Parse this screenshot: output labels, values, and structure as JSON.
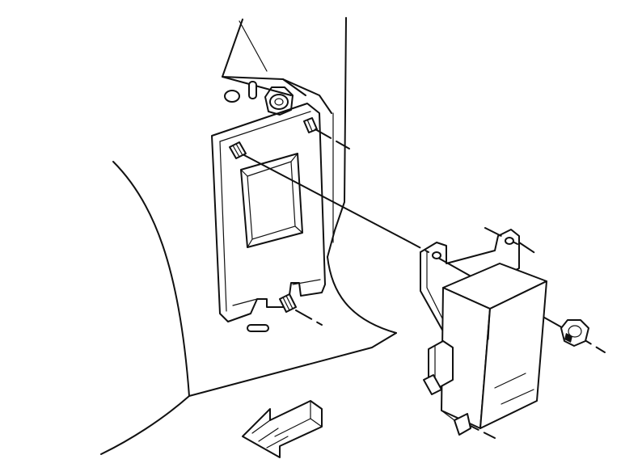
{
  "figure": {
    "type": "exploded-assembly-line-drawing",
    "stroke_color": "#111111",
    "background_color": "#ffffff",
    "components": [
      "vehicle-body-panel",
      "mounting-bracket",
      "mounting-studs",
      "module-with-bracket",
      "retaining-nut",
      "front-direction-arrow"
    ]
  }
}
